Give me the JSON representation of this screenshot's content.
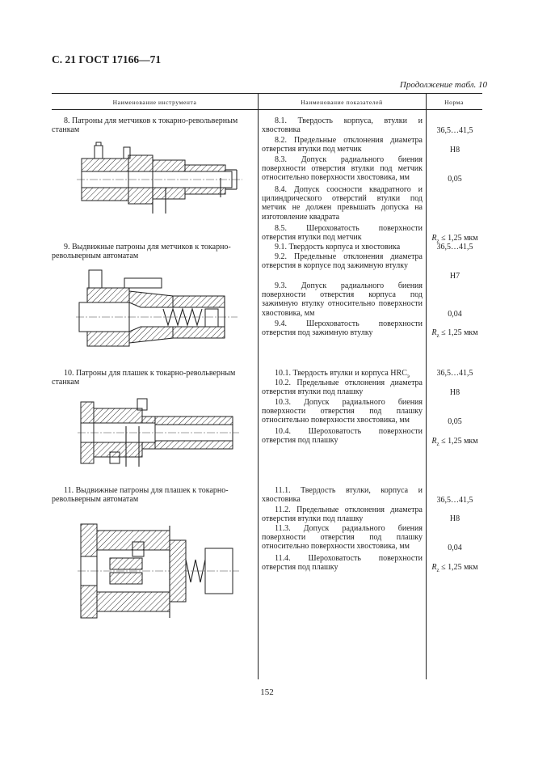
{
  "header": "С. 21 ГОСТ 17166—71",
  "continuation": "Продолжение табл. 10",
  "columns": {
    "name": "Наименование инструмента",
    "indicator": "Наименование показателей",
    "norm": "Норма"
  },
  "rows": [
    {
      "name": "8. Патроны для метчиков к токарно-револьверным станкам",
      "indicators": [
        "8.1. Твердость корпуса, втулки и хвостовика",
        "8.2. Предельные отклонения диаметра отверстия втулки под метчик",
        "8.3. Допуск радиального биения поверхности отверстия втулки под метчик относительно поверхности хвостовика, мм",
        "8.4. Допуск соосности квадратного и цилиндрического отверстий втулки под метчик не должен превышать допуска на изготовление квадрата",
        "8.5. Шероховатость поверхности отверстия втулки под метчик"
      ],
      "norms": [
        "36,5…41,5",
        "H8",
        "0,05",
        "≤ 1,25 мкм"
      ]
    },
    {
      "name": "9. Выдвижные патроны для метчиков к токарно-револьверным автоматам",
      "indicators": [
        "9.1. Твердость корпуса и хвостовика",
        "9.2. Предельные отклонения диаметра отверстия в корпусе под зажимную втулку",
        "9.3. Допуск радиального биения поверхности отверстия корпуса под зажимную втулку относительно поверхности хвостовика, мм",
        "9.4. Шероховатость поверхности отверстия под зажимную втулку"
      ],
      "norms": [
        "36,5…41,5",
        "H7",
        "0,04",
        "≤ 1,25 мкм"
      ]
    },
    {
      "name": "10. Патроны для плашек к токарно-револьверным станкам",
      "indicators": [
        "10.1. Твердость втулки и корпуса HRC",
        "10.2. Предельные отклонения диаметра отверстия втулки под плашку",
        "10.3. Допуск радиального биения поверхности отверстия под плашку относительно поверхности хвостовика, мм",
        "10.4. Шероховатость поверхности отверстия под плашку"
      ],
      "norms": [
        "36,5…41,5",
        "H8",
        "0,05",
        "≤ 1,25 мкм"
      ]
    },
    {
      "name": "11. Выдвижные патроны для плашек к токарно-револьверным автоматам",
      "indicators": [
        "11.1. Твердость втулки, корпуса и хвостовика",
        "11.2. Предельные отклонения диаметра отверстия втулки под плашку",
        "11.3. Допуск радиального биения поверхности отверстия под плашку относительно поверхности хвостовика, мм",
        "11.4. Шероховатость поверхности отверстия под плашку"
      ],
      "norms": [
        "36,5…41,5",
        "H8",
        "0,04",
        "≤ 1,25 мкм"
      ]
    }
  ],
  "roughness_symbol": "R",
  "roughness_sub": "z",
  "hrc_sub": "э",
  "page_number": "152"
}
